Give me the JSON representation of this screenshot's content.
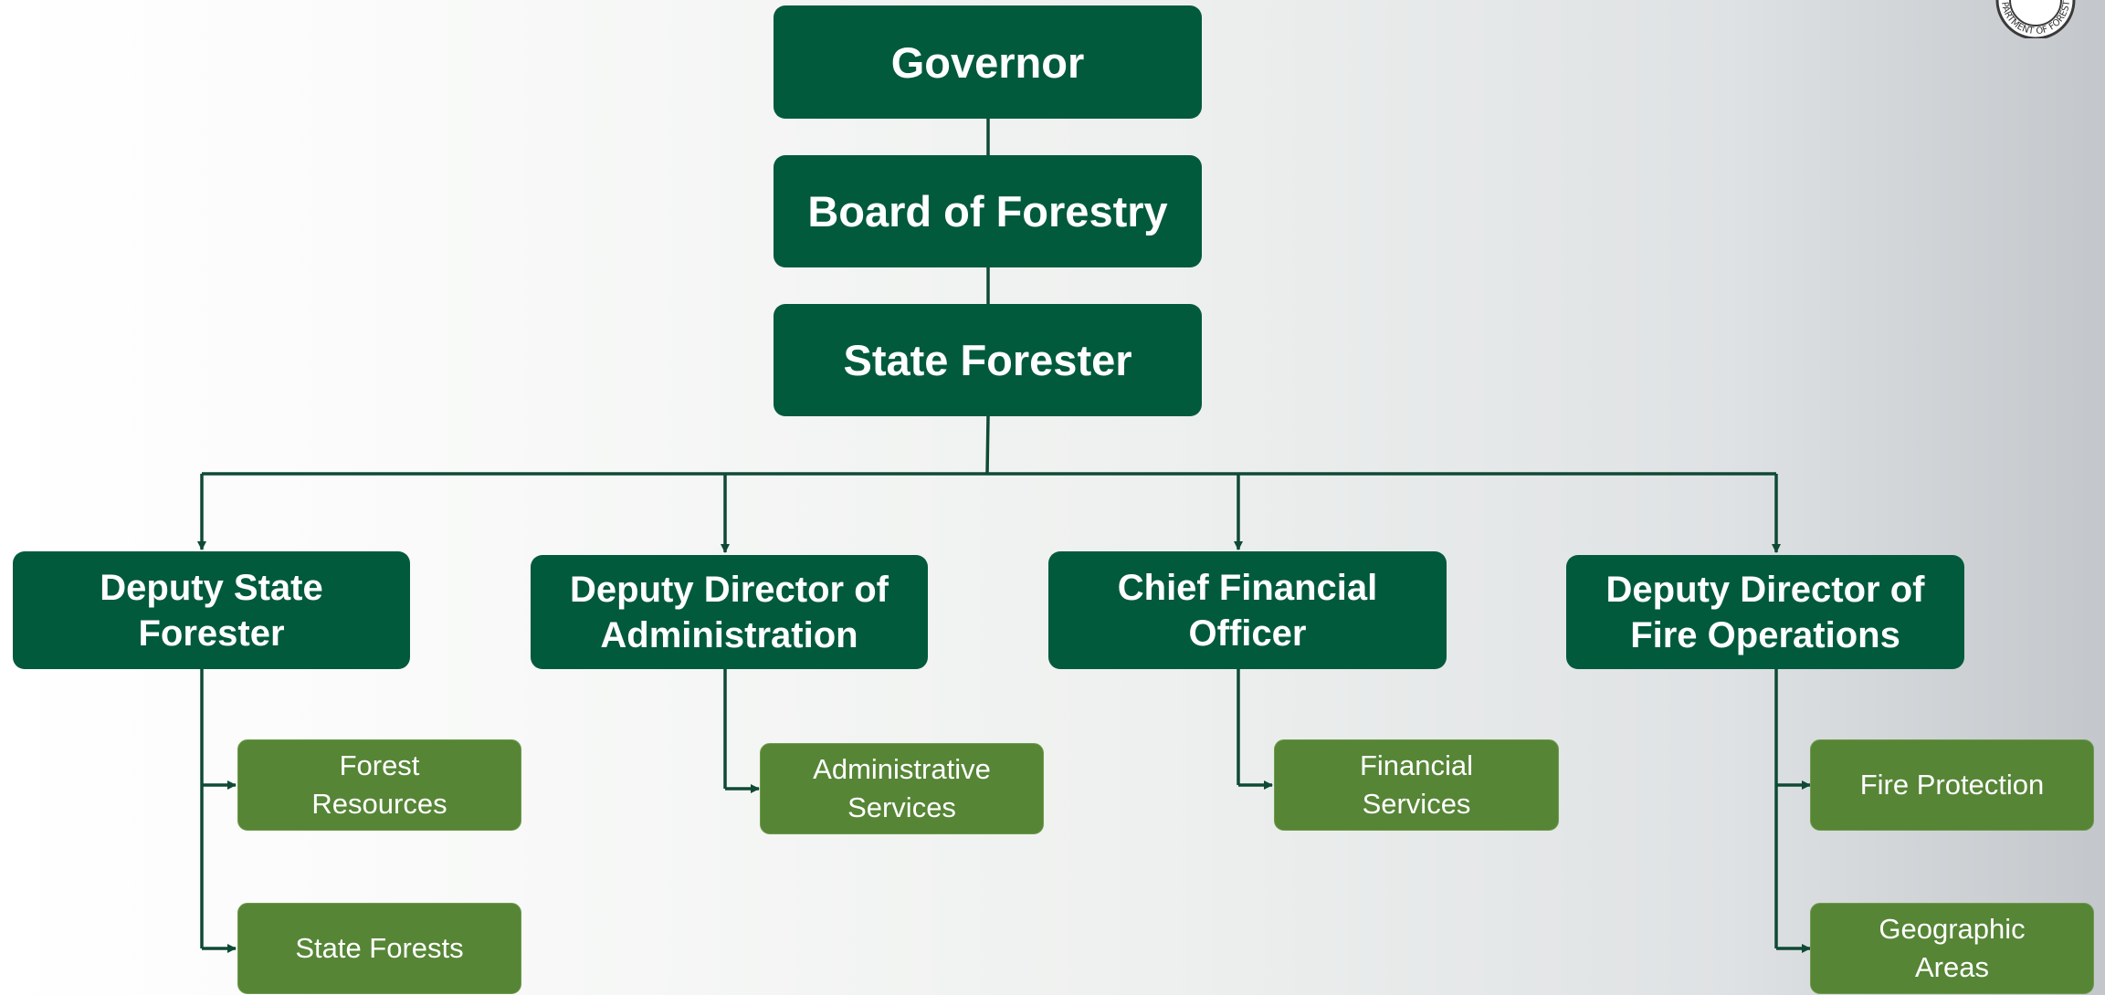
{
  "chart": {
    "root": [
      {
        "label": "Governor"
      },
      {
        "label": "Board of Forestry"
      },
      {
        "label": "State Forester"
      }
    ],
    "divisions": [
      {
        "title": "Deputy State Forester",
        "units": [
          "Forest Resources",
          "State Forests"
        ]
      },
      {
        "title": "Deputy Director of Administration",
        "units": [
          "Administrative Services"
        ]
      },
      {
        "title": "Chief Financial Officer",
        "units": [
          "Financial Services"
        ]
      },
      {
        "title": "Deputy Director of Fire Operations",
        "units": [
          "Fire Protection",
          "Geographic Areas"
        ]
      }
    ]
  },
  "seal": {
    "text": "DEPARTMENT OF FORESTRY"
  },
  "colors": {
    "executive_box": "#025a3d",
    "unit_box": "#568536",
    "connector": "#0e4a34"
  }
}
